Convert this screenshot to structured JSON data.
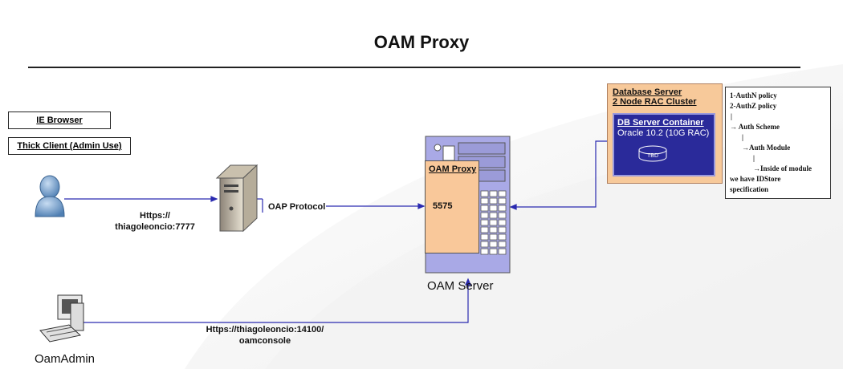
{
  "title": "OAM Proxy",
  "legend": {
    "ie_browser": "IE Browser",
    "thick_client": "Thick Client (Admin Use)"
  },
  "labels": {
    "https_user_line1": "Https://",
    "https_user_line2": "thiagoleoncio:7777",
    "oap_protocol": "OAP Protocol",
    "admin_url_line1": "Https://thiagoleoncio:14100/",
    "admin_url_line2": "oamconsole",
    "oam_server": "OAM Server",
    "oam_admin": "OamAdmin"
  },
  "oam_proxy": {
    "title": "OAM Proxy",
    "port": "5575"
  },
  "database": {
    "title_line1": "Database Server",
    "title_line2": "2 Node  RAC Cluster",
    "container_title": "DB Server Container",
    "container_sub": "Oracle 10.2 (10G RAC)",
    "cylinder_label": "TBD"
  },
  "notes": {
    "line1": "1-AuthN policy",
    "line2": "2-AuthZ policy",
    "line3": "|",
    "line4": "→ Auth Scheme",
    "line5": "|",
    "line6": "→Auth Module",
    "line7": "|",
    "line8": "→Inside of module",
    "line9": "we have IDStore",
    "line10": "specification"
  },
  "colors": {
    "connector": "#2a2ab0",
    "server_tower": "#a9a9e6",
    "proxy_fill": "#f9c89a",
    "db_inner": "#2a2a9a",
    "user_icon": "#6a95c4"
  }
}
